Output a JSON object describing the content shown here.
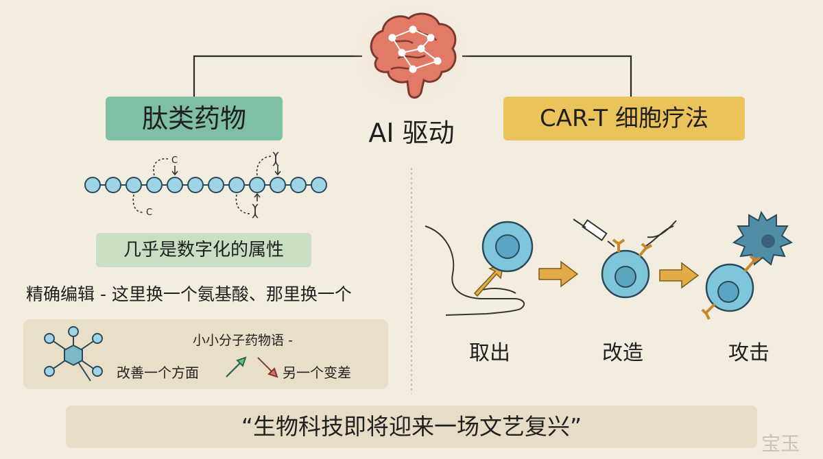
{
  "center": {
    "label": "AI 驱动"
  },
  "left": {
    "title": "肽类药物",
    "mod_letters": [
      "C",
      "C"
    ],
    "digital_label": "几乎是数字化的属性",
    "edit_text": "精确编辑 - 这里换一个氨基酸、那里换一个",
    "small_molecule": {
      "title": "小小分子药物语 -",
      "improve": "改善一个方面",
      "worse": "另一个变差"
    }
  },
  "right": {
    "title": "CAR-T 细胞疗法",
    "steps": [
      "取出",
      "改造",
      "攻击"
    ]
  },
  "quote": "“生物科技即将迎来一场文艺复兴”",
  "watermark": "宝玉",
  "colors": {
    "background": "#f3eddf",
    "green_pill": "#7fbfa5",
    "yellow_pill": "#ebc35b",
    "bead": "#9fd3e6",
    "brain": "#e27a67",
    "arrow": "#e3ab45"
  }
}
